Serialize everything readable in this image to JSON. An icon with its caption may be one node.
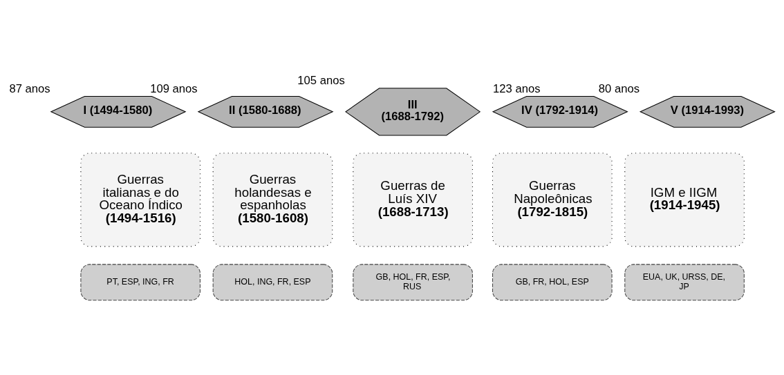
{
  "diagram": {
    "nodes": [
      {
        "text": [
          "I (1494-1580)"
        ],
        "beside": [
          "87 anos"
        ]
      },
      {
        "text": [
          "II (1580-1688)"
        ],
        "beside": [
          "109 anos"
        ]
      },
      {
        "text": [
          "III (1688-1792)"
        ],
        "beside": [
          "105 anos"
        ]
      },
      {
        "text": [
          "IV (1792-1914)"
        ],
        "beside": [
          "123 anos"
        ]
      },
      {
        "text": [
          "V (1914-1993)"
        ],
        "beside": [
          "80 anos"
        ]
      },
      {
        "text": [
          "Guerras italianas e do Oceano Índico",
          "(1494-1516)"
        ]
      },
      {
        "text": [
          "Guerras holandesas e espanholas",
          "(1580-1608)"
        ]
      },
      {
        "text": [
          "Guerras de Luís XIV",
          "(1688-1713)"
        ]
      },
      {
        "text": [
          "Guerras Napoleônicas",
          "(1792-1815)"
        ]
      },
      {
        "text": [
          "IGM e IIGM",
          "(1914-1945)"
        ]
      },
      {
        "text": [
          "PT, ESP, ING, FR"
        ]
      },
      {
        "text": [
          "HOL, ING, FR, ESP"
        ]
      },
      {
        "text": [
          "GB, HOL, FR, ESP, RUS"
        ]
      },
      {
        "text": [
          "GB, FR, HOL, ESP"
        ]
      },
      {
        "text": [
          "EUA, UK, URSS, DE, JP"
        ]
      }
    ]
  }
}
